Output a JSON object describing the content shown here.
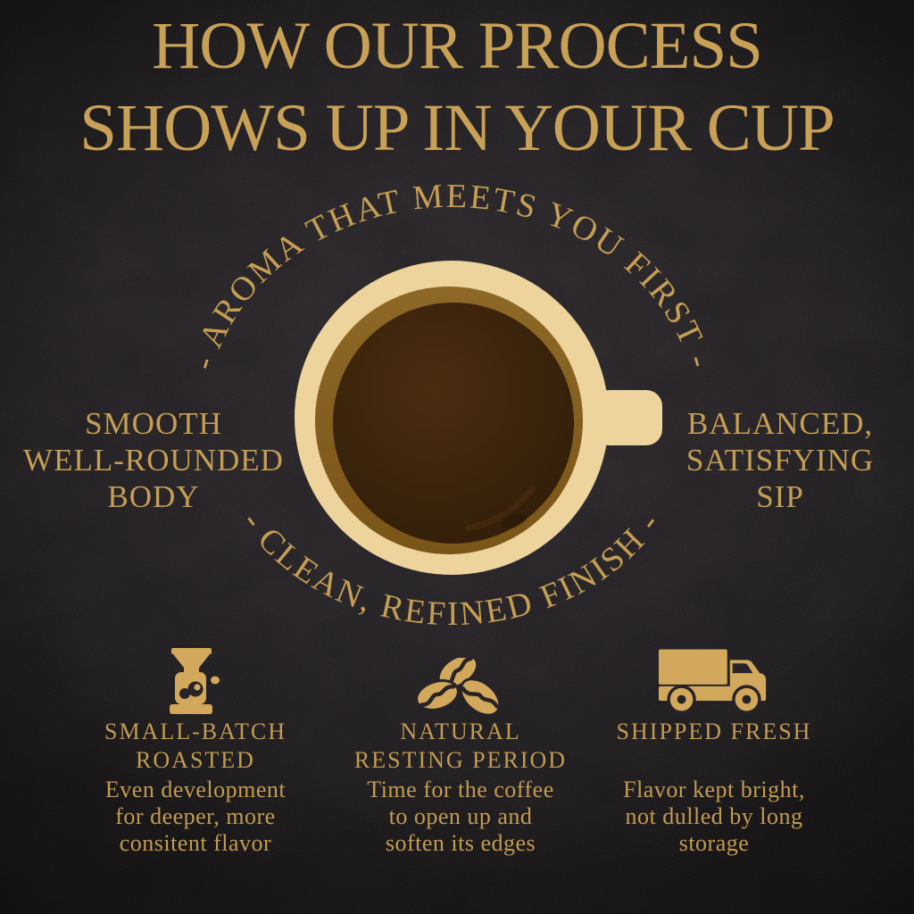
{
  "palette": {
    "background": "#272327",
    "gold_text": "#C59E53",
    "gold_title": "#C8A157",
    "gold_icon": "#D2A85C",
    "cup_cream": "#EDD49D",
    "cup_ring": "#8A6322",
    "coffee_dark": "#3A240C"
  },
  "title": {
    "line1": "HOW OUR PROCESS",
    "line2": "SHOWS UP IN YOUR CUP"
  },
  "cup": {
    "arc_top": "- AROMA THAT MEETS YOU FIRST -",
    "arc_bottom": "- CLEAN, REFINED FINISH -",
    "label_left": "SMOOTH\nWELL-ROUNDED\nBODY",
    "label_right": "BALANCED,\nSATISFYING\nSIP"
  },
  "process_points": [
    {
      "icon": "coffee-grinder-icon",
      "heading": "SMALL-BATCH\nROASTED",
      "body": "Even development\nfor deeper, more\nconsitent flavor"
    },
    {
      "icon": "coffee-beans-icon",
      "heading": "NATURAL\nRESTING PERIOD",
      "body": "Time for the coffee\nto open up and\nsoften its edges"
    },
    {
      "icon": "delivery-truck-icon",
      "heading": "SHIPPED FRESH",
      "body": "Flavor kept bright,\nnot dulled by long\nstorage"
    }
  ]
}
